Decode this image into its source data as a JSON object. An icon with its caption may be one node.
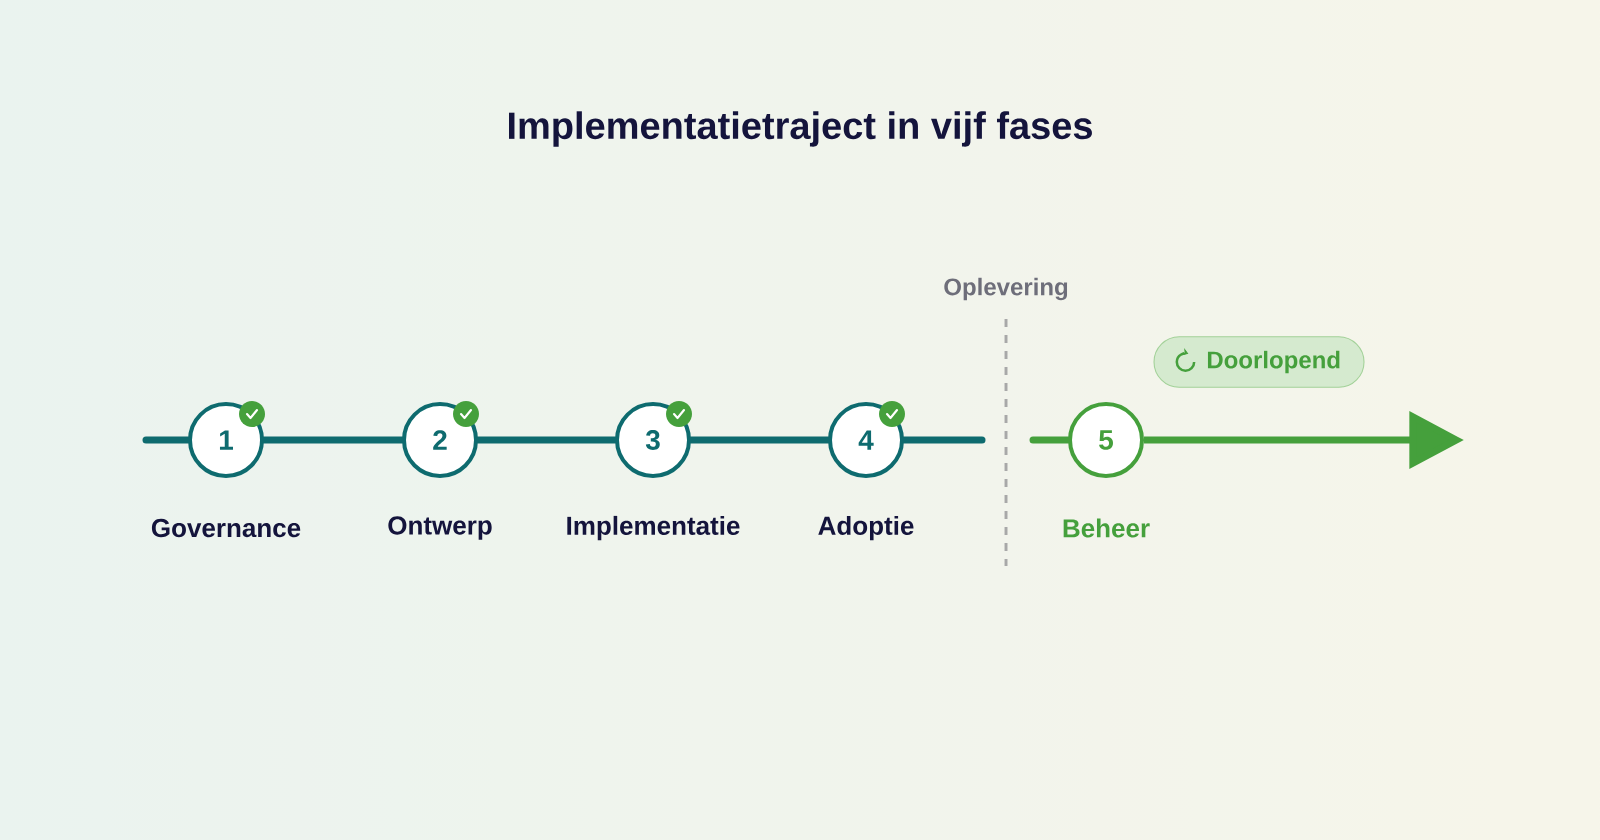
{
  "diagram": {
    "title": "Implementatietraject in vijf fases",
    "nodes": [
      {
        "text": [
          "1"
        ],
        "beside": [
          "Governance"
        ]
      },
      {
        "text": [
          "2"
        ],
        "beside": [
          "Ontwerp"
        ]
      },
      {
        "text": [
          "3"
        ],
        "beside": [
          "Implementatie"
        ]
      },
      {
        "text": [
          "4"
        ],
        "beside": [
          "Adoptie"
        ]
      },
      {
        "text": [
          "5"
        ],
        "beside": [
          "Beheer"
        ]
      },
      {
        "text": [
          "Doorlopend"
        ]
      }
    ],
    "edges": [
      {
        "from": null,
        "to": 0,
        "arrow": "none"
      },
      {
        "from": 0,
        "to": 1,
        "arrow": "none"
      },
      {
        "from": 1,
        "to": 2,
        "arrow": "none"
      },
      {
        "from": 2,
        "to": 3,
        "arrow": "none"
      },
      {
        "from": 3,
        "to": null,
        "arrow": "none"
      },
      {
        "from": null,
        "to": 4,
        "arrow": "none",
        "color": "#45a03c"
      },
      {
        "from": 4,
        "to": null,
        "arrow": "to",
        "color": "#45a03c"
      }
    ],
    "labels": [
      "Oplevering"
    ]
  }
}
